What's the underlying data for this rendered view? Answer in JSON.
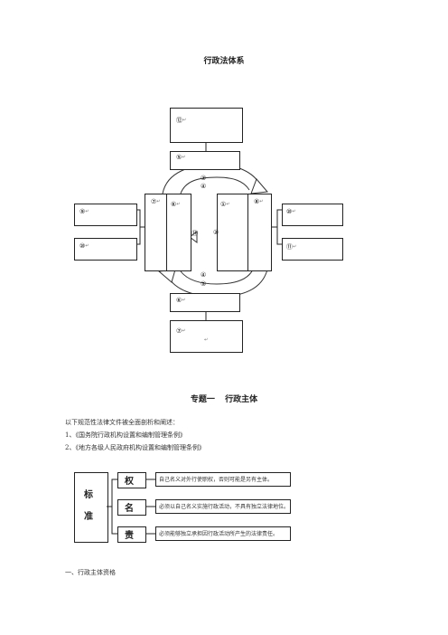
{
  "page_title": "行政法体系",
  "diagram": {
    "markers": {
      "top_box": "⑫",
      "top_small": "⑤",
      "arc_top_1": "③",
      "arc_top_2": "④",
      "left_col_1": "⑦",
      "left_col_2": "⑥",
      "right_col_1": "①",
      "right_col_2": "⑧",
      "center_left": "⑪",
      "center_right": "②",
      "left_top": "⑨",
      "left_bottom": "⑩",
      "right_top": "⑩",
      "right_bottom": "⑪",
      "arc_bottom_1": "④",
      "arc_bottom_2": "⑤",
      "bottom_small": "⑥",
      "bottom_box": "⑦"
    },
    "return_mark": "↵"
  },
  "section_title": {
    "label": "专题一",
    "topic": "行政主体"
  },
  "intro": {
    "line1": "以下规范性法律文件被全面剖析和阐述：",
    "line2": "1、《国务院行政机构设置和编制管理条例》",
    "line3": "2、《地方各级人民政府机构设置和编制管理条例》"
  },
  "standard_diagram": {
    "label_top": "标",
    "label_bottom": "准",
    "rows": [
      {
        "key": "权",
        "text": "自己名义对外行使职权，否则可能是另有主体。"
      },
      {
        "key": "名",
        "text": "必须以自己名义实施行政活动，不具有独立法律地位。"
      },
      {
        "key": "责",
        "text": "必须能够独立承担因行政活动所产生的法律责任。"
      }
    ]
  },
  "next_heading": "一、行政主体资格"
}
